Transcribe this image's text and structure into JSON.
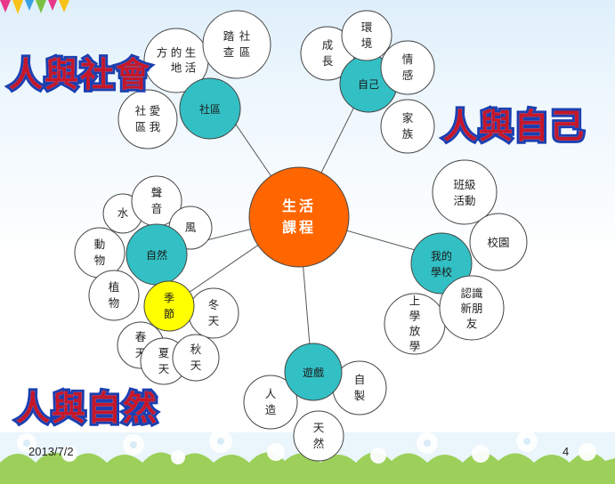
{
  "titles": {
    "society": "人與社會",
    "self": "人與自己",
    "nature": "人與自然"
  },
  "center": {
    "label": "生活課程",
    "lines": [
      "生活",
      "課程"
    ]
  },
  "hubs": {
    "community": {
      "label": "社區"
    },
    "self": {
      "label": "自己"
    },
    "school": {
      "label": "我的學校"
    },
    "nature": {
      "label": "自然"
    },
    "seasons": {
      "label": "季節"
    },
    "games": {
      "label": "遊戲"
    }
  },
  "leaves": {
    "community_place": "生活的地方",
    "community_explore": "社區踏查",
    "community_love": "愛我社區",
    "self_growth": "成長",
    "self_environment": "環境",
    "self_emotion": "情感",
    "self_family": "家族",
    "school_class_activity": "班級活動",
    "school_campus": "校園",
    "school_new_friends": "認識新朋友",
    "school_going": "上學放學",
    "nature_sound": "聲音",
    "nature_water": "水",
    "nature_wind": "風",
    "nature_animals": "動物",
    "nature_plants": "植物",
    "season_winter": "冬天",
    "season_spring": "春天",
    "season_summer": "夏天",
    "season_autumn": "秋天",
    "games_homemade": "自製",
    "games_manmade": "人造",
    "games_natural": "天然"
  },
  "footer": {
    "date": "2013/7/2",
    "page": "4"
  },
  "colors": {
    "center": "#ff6600",
    "hub": "#33c0c4",
    "seasons": "#ffff00",
    "leaf": "#ffffff",
    "title_fill": "#c4172a",
    "title_outline": "#1b3fb0"
  }
}
